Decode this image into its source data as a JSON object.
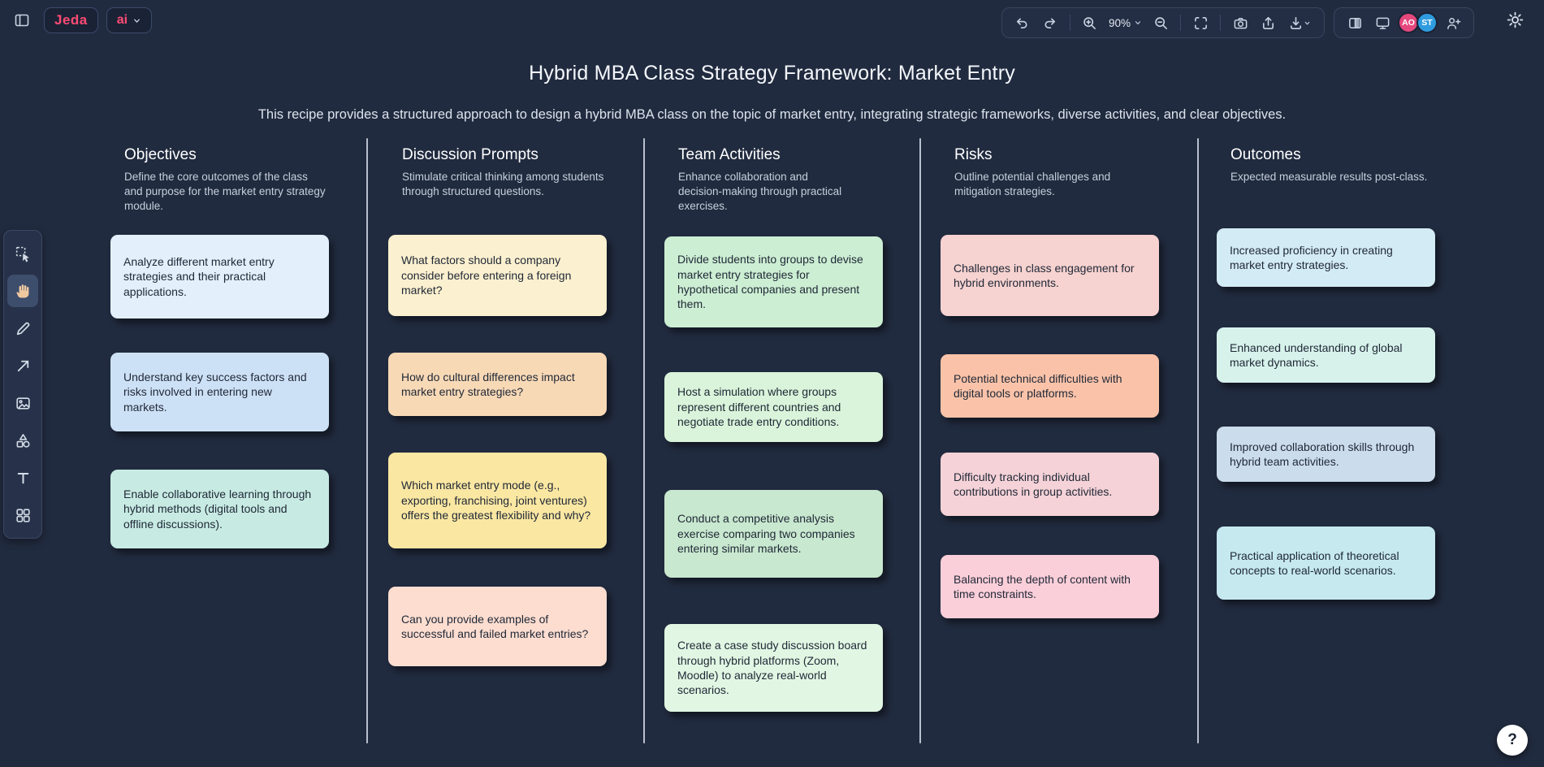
{
  "header": {
    "logo_label": "Jeda",
    "ai_menu_label": "ai",
    "zoom_value": "90%",
    "avatars": [
      {
        "initials": "AO",
        "color": "#e5487c"
      },
      {
        "initials": "ST",
        "color": "#2f9ce0"
      }
    ]
  },
  "tools": {
    "active_tool": "hand"
  },
  "help": {
    "label": "?"
  },
  "canvas": {
    "title": "Hybrid MBA Class Strategy Framework: Market Entry",
    "subtitle": "This recipe provides a structured approach to design a hybrid MBA class on the topic of market entry, integrating strategic frameworks, diverse activities, and clear objectives.",
    "columns": [
      {
        "header": "Objectives",
        "description": "Define the core outcomes of the class and purpose for the market entry strategy module.",
        "notes": [
          {
            "text": "Analyze different market entry strategies and their practical applications.",
            "color": "#e3f0fb"
          },
          {
            "text": "Understand key success factors and risks involved in entering new markets.",
            "color": "#cde1f6"
          },
          {
            "text": "Enable collaborative learning through hybrid methods (digital tools and offline discussions).",
            "color": "#c7ebe3"
          }
        ]
      },
      {
        "header": "Discussion Prompts",
        "description": "Stimulate critical thinking among students through structured questions.",
        "notes": [
          {
            "text": "What factors should a company consider before entering a foreign market?",
            "color": "#fbf0cf"
          },
          {
            "text": "How do cultural differences impact market entry strategies?",
            "color": "#f8d9b6"
          },
          {
            "text": "Which market entry mode (e.g., exporting, franchising, joint ventures) offers the greatest flexibility and why?",
            "color": "#fae7a2"
          },
          {
            "text": "Can you provide examples of successful and failed market entries?",
            "color": "#fcddd0"
          }
        ]
      },
      {
        "header": "Team Activities",
        "description": "Enhance collaboration and decision-making through practical exercises.",
        "notes": [
          {
            "text": "Divide students into groups to devise market entry strategies for hypothetical companies and present them.",
            "color": "#cceed3"
          },
          {
            "text": "Host a simulation where groups represent different countries and negotiate trade entry conditions.",
            "color": "#d9f4da"
          },
          {
            "text": "Conduct a competitive analysis exercise comparing two companies entering similar markets.",
            "color": "#c8e8cf"
          },
          {
            "text": "Create a case study discussion board through hybrid platforms (Zoom, Moodle) to analyze real-world scenarios.",
            "color": "#e1f7e3"
          }
        ]
      },
      {
        "header": "Risks",
        "description": "Outline potential challenges and mitigation strategies.",
        "notes": [
          {
            "text": "Challenges in class engagement for hybrid environments.",
            "color": "#f6d2d0"
          },
          {
            "text": "Potential technical difficulties with digital tools or platforms.",
            "color": "#fac3a9"
          },
          {
            "text": "Difficulty tracking individual contributions in group activities.",
            "color": "#f5d2d7"
          },
          {
            "text": "Balancing the depth of content with time constraints.",
            "color": "#fbcfd9"
          }
        ]
      },
      {
        "header": "Outcomes",
        "description": "Expected measurable results post-class.",
        "notes": [
          {
            "text": "Increased proficiency in creating market entry strategies.",
            "color": "#d3ebf4"
          },
          {
            "text": "Enhanced understanding of global market dynamics.",
            "color": "#d7f2eb"
          },
          {
            "text": "Improved collaboration skills through hybrid team activities.",
            "color": "#cbdcec"
          },
          {
            "text": "Practical application of theoretical concepts to real-world scenarios.",
            "color": "#c6e9f0"
          }
        ]
      }
    ]
  }
}
